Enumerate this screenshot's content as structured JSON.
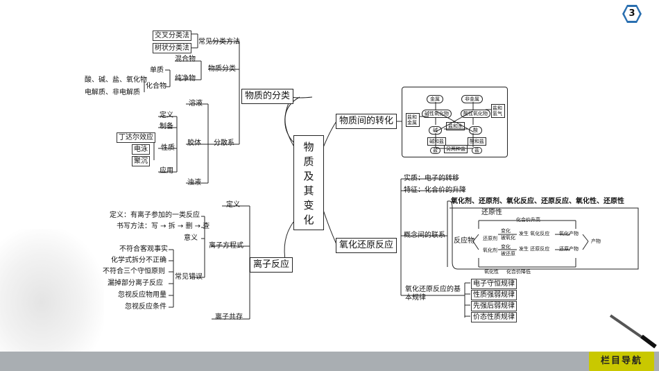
{
  "page": {
    "number": "3",
    "nav_label": "栏目导航"
  },
  "center": {
    "chars": [
      "物",
      "质",
      "及",
      "其",
      "变",
      "化"
    ]
  },
  "branches": {
    "classification": "物质的分类",
    "conversion": "物质间的转化",
    "redox": "氧化还原反应",
    "ionic": "离子反应"
  },
  "classification": {
    "methods_label": "常见分类方法",
    "methods": [
      "交叉分类法",
      "树状分类法"
    ],
    "substance_label": "物质分类",
    "mixture": "混合物",
    "pure": "纯净物",
    "element": "单质",
    "compound": "化合物",
    "compound_types": [
      "酸、碱、盐、氧化物",
      "电解质、非电解质"
    ],
    "dispersion_label": "分散系",
    "solution": "溶液",
    "colloid": "胶体",
    "suspension": "浊液",
    "colloid_items": [
      "定义",
      "制备",
      "性质",
      "应用"
    ],
    "property_items": [
      "丁达尔效应",
      "电泳",
      "聚沉"
    ]
  },
  "ionic": {
    "definition": "定义",
    "equation_label": "离子方程式",
    "equation_def": "定义：有离子参加的一类反应",
    "writing": "书写方法：写 → 拆 → 删 → 查",
    "meaning": "意义",
    "errors_label": "常见错误",
    "errors": [
      "不符合客观事实",
      "化学式拆分不正确",
      "不符合三个守恒原则",
      "漏掉部分离子反应",
      "忽视反应物用量",
      "忽视反应条件"
    ],
    "coexist": "离子共存"
  },
  "conversion_diagram": {
    "metal": "金属",
    "nonmetal": "非金属",
    "basic_oxide": "碱性氧化物",
    "acidic_oxide": "酸性氧化物",
    "base": "碱",
    "acid": "酸",
    "salt_water": "盐和水",
    "salt_metal": "盐和金属",
    "salt_hydrogen": "盐和氢气",
    "base_salt": "碱和盐",
    "acid_salt": "酸和盐",
    "two_salts": "另两种盐",
    "salt_left": "盐",
    "salt_right": "盐"
  },
  "redox": {
    "essence": "实质：电子的转移",
    "feature": "特征：化合价的升降",
    "concepts": "氧化剂、还原剂、氧化反应、还原反应、氧化性、还原性",
    "relation_label": "概念间的联系",
    "reductant_prop": "还原性",
    "valence_up": "化合价升高",
    "reactant": "反应物",
    "reductant": "还原剂",
    "oxidant": "氧化剂",
    "change": "变化",
    "lose_e": "被氧化",
    "gain_e": "被还原",
    "occur_ox": "发生 氧化反应",
    "occur_red": "发生 还原反应",
    "ox_product": "氧化产物",
    "red_product": "还原产物",
    "product": "产物",
    "oxidant_prop": "氧化性",
    "valence_down": "化合价降低",
    "laws_label": "氧化还原反应的基本规律",
    "laws": [
      "电子守恒规律",
      "性质强弱规律",
      "先强后弱规律",
      "价态性质规律"
    ]
  }
}
